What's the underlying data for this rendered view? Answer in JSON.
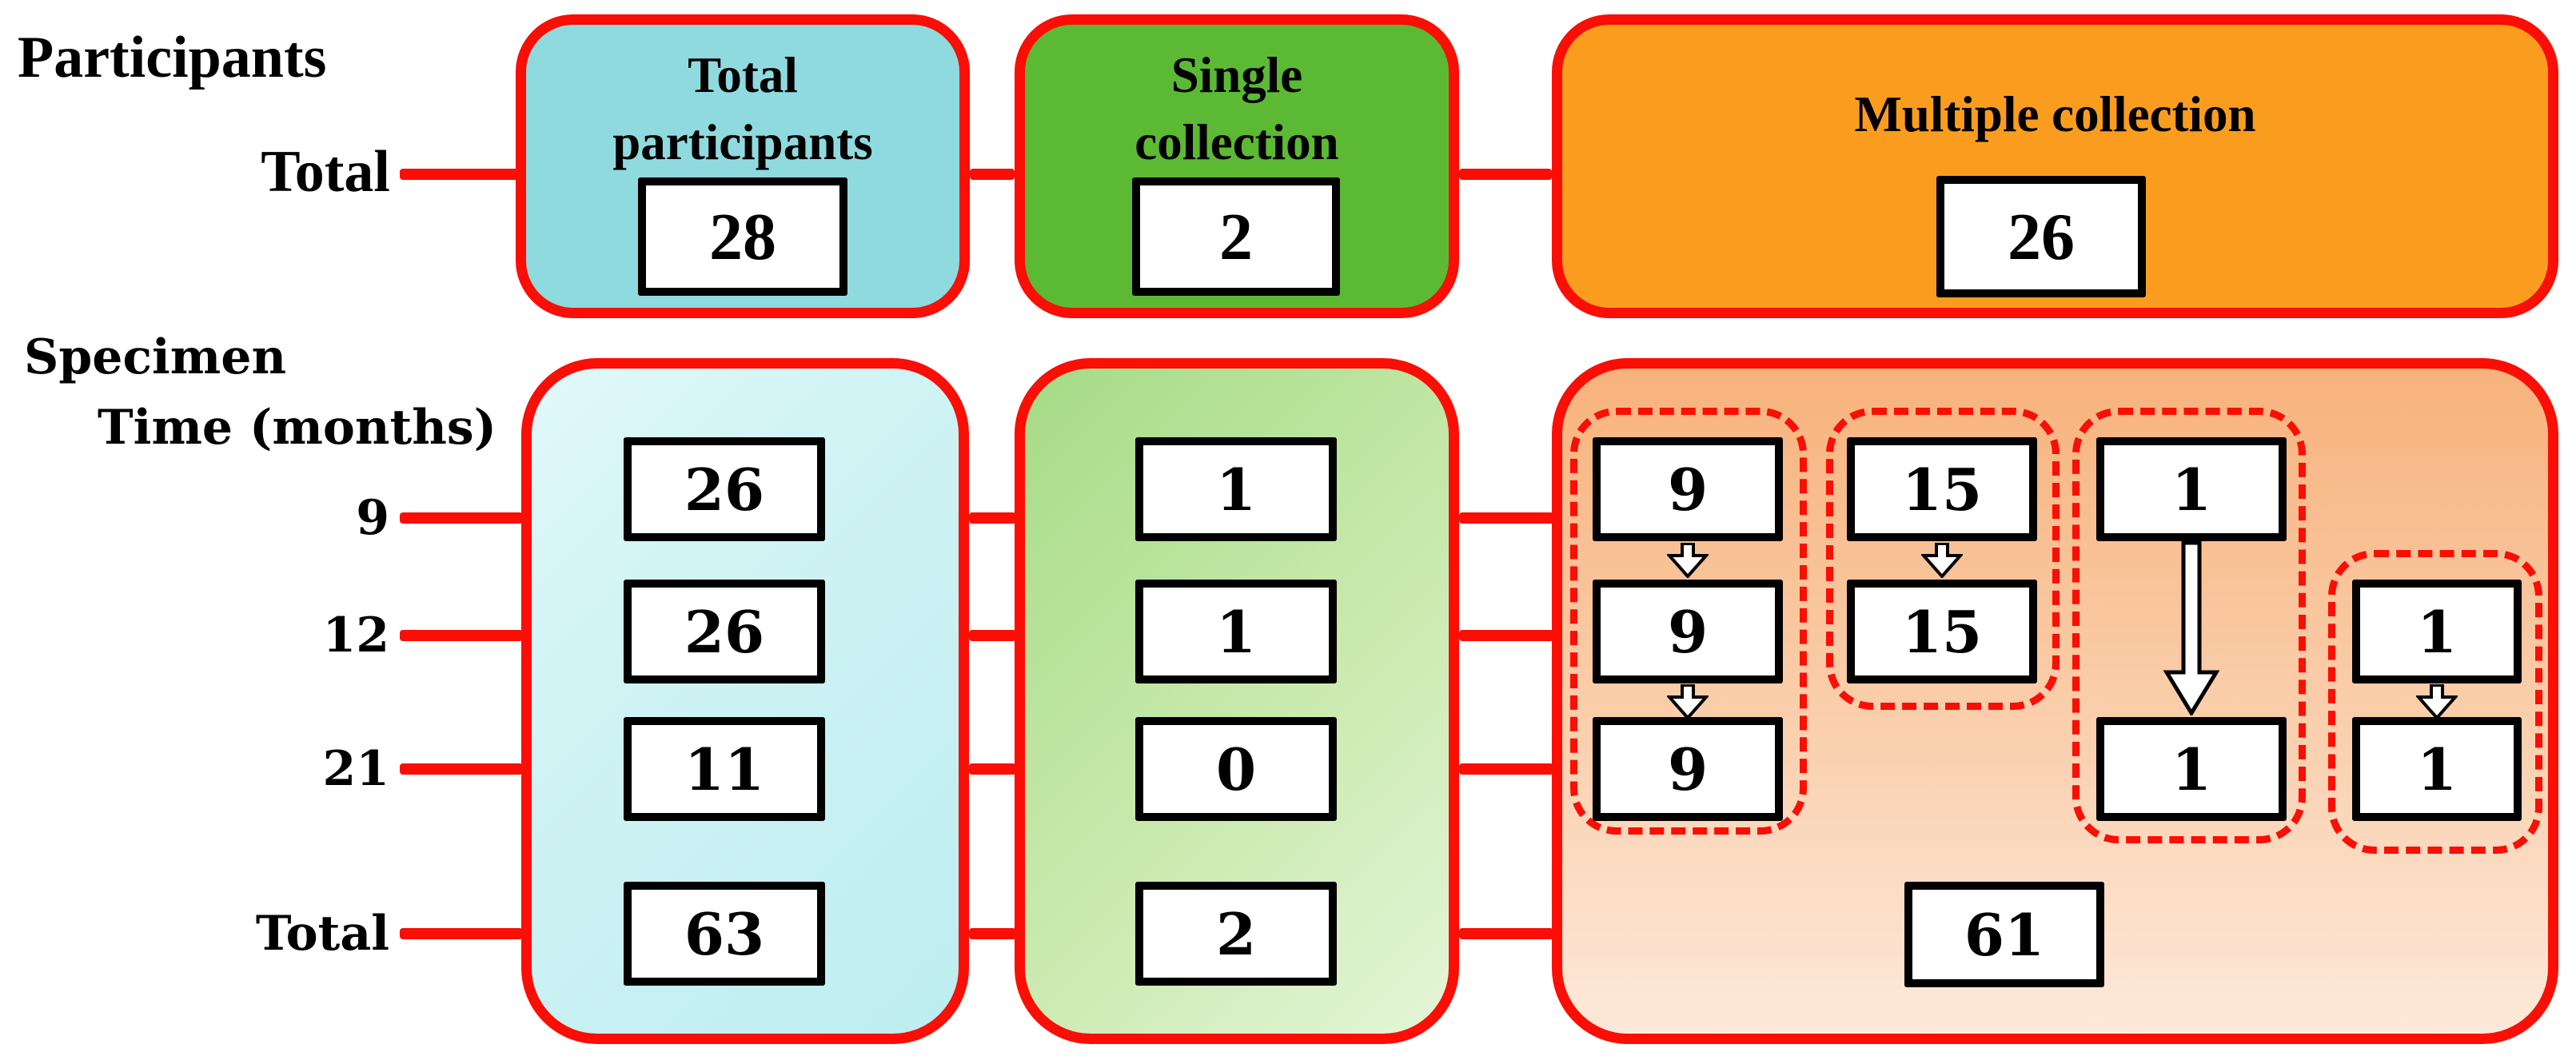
{
  "header": {
    "participants_label": "Participants",
    "participants_row_label": "Total"
  },
  "specimen_header": {
    "specimen_label": "Specimen",
    "time_label": "Time (months)",
    "row_labels": [
      "9",
      "12",
      "21",
      "Total"
    ]
  },
  "columns": {
    "total": {
      "title": "Total participants",
      "participants_value": "28",
      "specimen_values": [
        "26",
        "26",
        "11",
        "63"
      ]
    },
    "single": {
      "title": "Single collection",
      "participants_value": "2",
      "specimen_values": [
        "1",
        "1",
        "0",
        "2"
      ]
    },
    "multiple": {
      "title": "Multiple collection",
      "participants_value": "26",
      "groups": [
        {
          "rows": [
            "9",
            "12",
            "21"
          ],
          "values": [
            "9",
            "9",
            "9"
          ]
        },
        {
          "rows": [
            "9",
            "12"
          ],
          "values": [
            "15",
            "15"
          ]
        },
        {
          "rows": [
            "9",
            "21"
          ],
          "values": [
            "1",
            "1"
          ]
        },
        {
          "rows": [
            "12",
            "21"
          ],
          "values": [
            "1",
            "1"
          ]
        }
      ],
      "specimen_total_value": "61"
    }
  },
  "icons": {
    "small_arrow": "hollow-down-arrow-icon",
    "long_arrow": "long-hollow-down-arrow-icon"
  },
  "colors": {
    "connector_red": "#FA0E05",
    "total_participants_fill": "#8EDADF",
    "single_collection_fill": "#5CB934",
    "multiple_collection_fill": "#FA9D1E",
    "specimen_total_gradient_start": "#E2F8F9",
    "specimen_total_gradient_end": "#BDEDF0",
    "specimen_single_gradient_start": "#A6DB86",
    "specimen_single_gradient_end": "#E5F5D8",
    "specimen_multiple_gradient_start": "#F7B27C",
    "specimen_multiple_gradient_end": "#FDE9DA",
    "value_box_fill": "#FFFFFF",
    "value_box_border": "#000000"
  }
}
